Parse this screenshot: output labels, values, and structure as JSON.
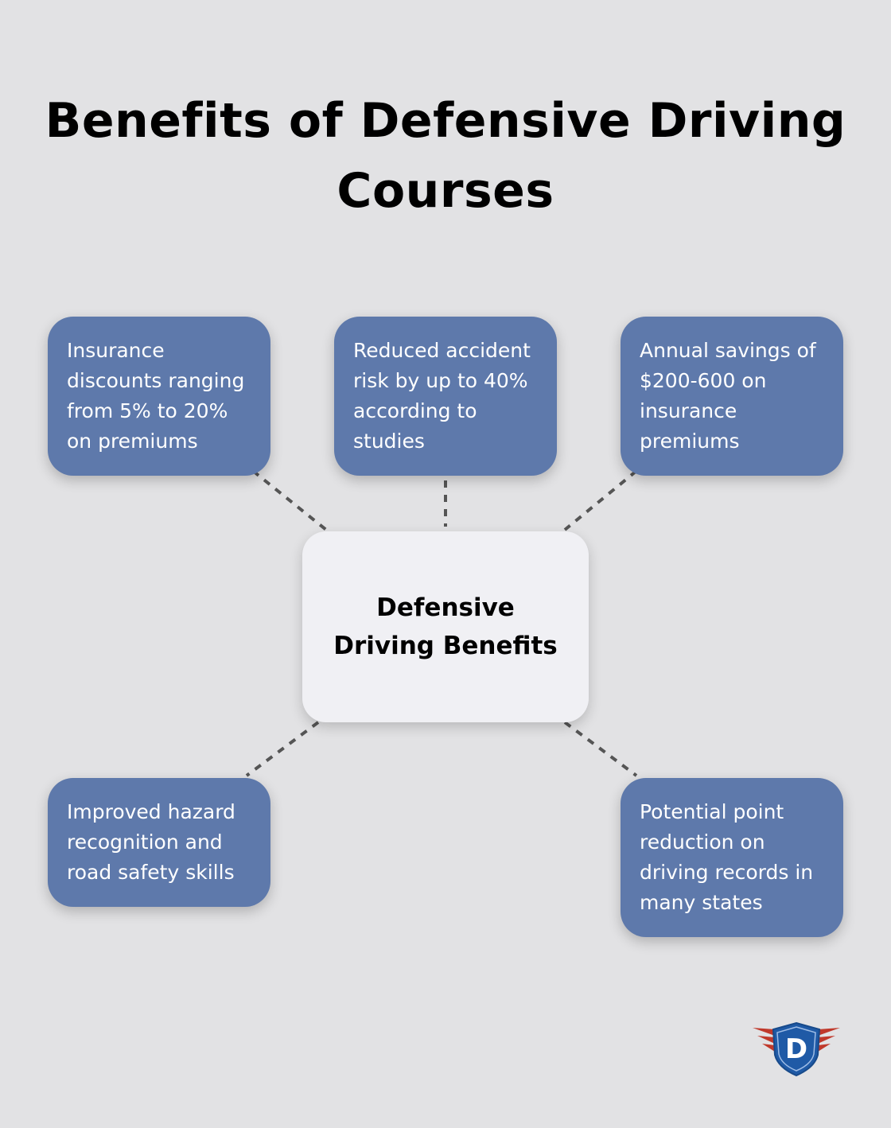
{
  "title": "Benefits of Defensive Driving Courses",
  "center": {
    "label": "Defensive Driving Benefits"
  },
  "benefits": [
    "Insurance discounts ranging from 5% to 20% on premiums",
    "Reduced accident risk by up to 40% according to studies",
    "Annual savings of $200-600 on insurance premiums",
    "Improved hazard recognition and road safety skills",
    "Potential point reduction on driving records in many states"
  ],
  "logo": {
    "letter": "D"
  },
  "colors": {
    "background": "#e2e2e4",
    "box": "#5e79ab",
    "center": "#f0f0f4",
    "connector": "#555555"
  }
}
